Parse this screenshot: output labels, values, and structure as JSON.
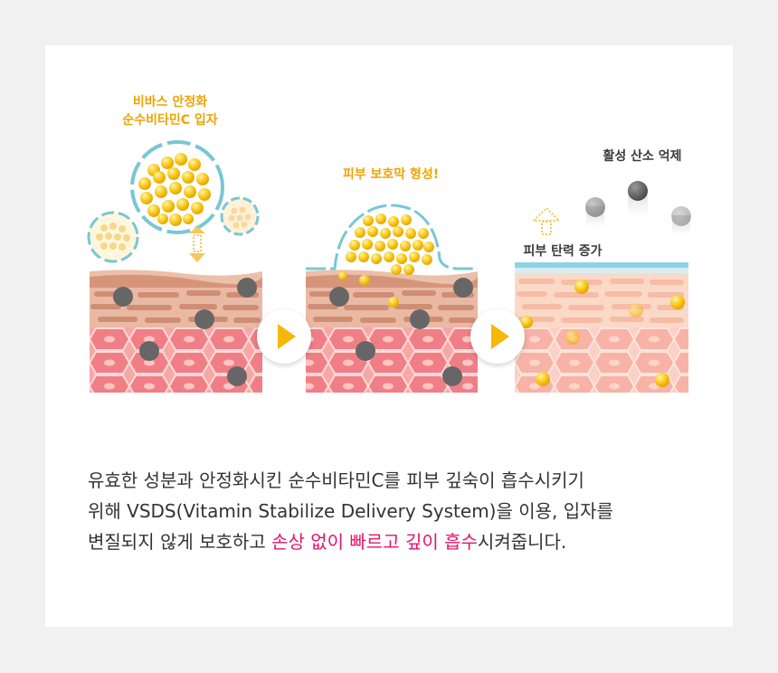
{
  "labels": {
    "vivas_line1": "비바스 안정화",
    "vivas_line2": "순수비타민C 입자",
    "skin_barrier": "피부 보호막 형성!",
    "antioxidant": "활성 산소 억제",
    "elasticity": "피부 탄력 증가"
  },
  "description": {
    "line1": "유효한 성분과 안정화시킨 순수비타민C를 피부 깊숙이 흡수시키기",
    "line2": "위해 VSDS(Vitamin Stabilize Delivery System)을 이용, 입자를",
    "line3_prefix": "변질되지 않게 보호하고 ",
    "line3_highlight": "손상 없이 빠르고 깊이 흡수",
    "line3_suffix": "시켜줍니다."
  },
  "colors": {
    "accent_orange": "#f2a300",
    "highlight_pink": "#e4146b",
    "skin_pink": "#f4868a",
    "particle_yellow": "#f5c518",
    "play_arrow": "#f5b80a"
  },
  "icons": {
    "step_arrow": "play-triangle",
    "up_arrow": "dotted-up-arrow"
  }
}
